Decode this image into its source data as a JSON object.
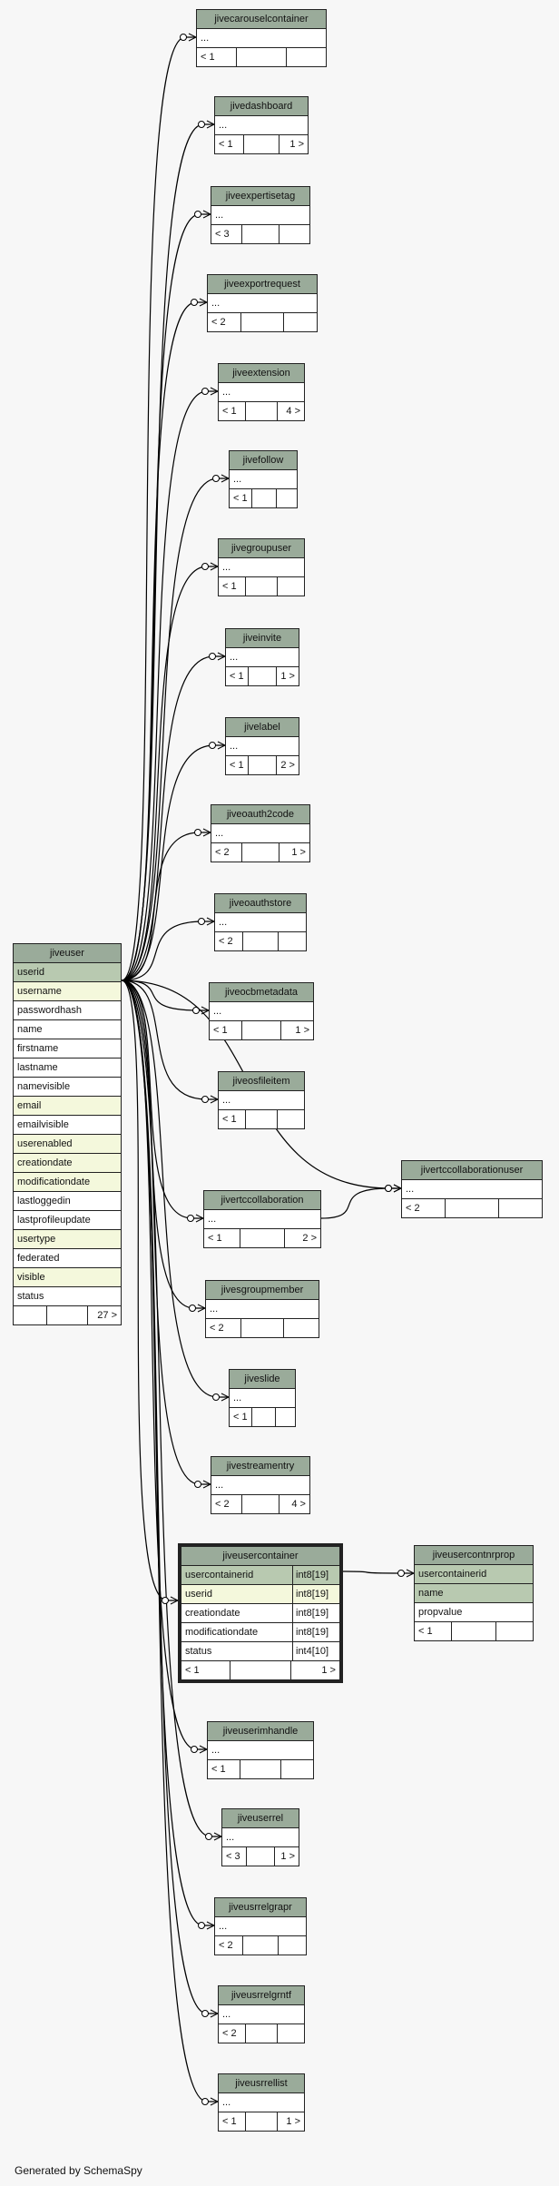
{
  "diagram": {
    "footer": "Generated by SchemaSpy",
    "focus_table": {
      "name": "jiveuser",
      "columns": [
        {
          "name": "userid",
          "style": "pk"
        },
        {
          "name": "username",
          "style": "idx"
        },
        {
          "name": "passwordhash",
          "style": ""
        },
        {
          "name": "name",
          "style": ""
        },
        {
          "name": "firstname",
          "style": ""
        },
        {
          "name": "lastname",
          "style": ""
        },
        {
          "name": "namevisible",
          "style": ""
        },
        {
          "name": "email",
          "style": "idx"
        },
        {
          "name": "emailvisible",
          "style": ""
        },
        {
          "name": "userenabled",
          "style": "idx"
        },
        {
          "name": "creationdate",
          "style": "idx"
        },
        {
          "name": "modificationdate",
          "style": "idx"
        },
        {
          "name": "lastloggedin",
          "style": ""
        },
        {
          "name": "lastprofileupdate",
          "style": ""
        },
        {
          "name": "usertype",
          "style": "idx"
        },
        {
          "name": "federated",
          "style": ""
        },
        {
          "name": "visible",
          "style": "idx"
        },
        {
          "name": "status",
          "style": ""
        }
      ],
      "footer": [
        "",
        "",
        "27 >"
      ]
    },
    "related_tables": [
      {
        "name": "jivecarouselcontainer",
        "row": "...",
        "footer": [
          "< 1",
          "",
          ""
        ]
      },
      {
        "name": "jivedashboard",
        "row": "...",
        "footer": [
          "< 1",
          "",
          "1 >"
        ]
      },
      {
        "name": "jiveexpertisetag",
        "row": "...",
        "footer": [
          "< 3",
          "",
          ""
        ]
      },
      {
        "name": "jiveexportrequest",
        "row": "...",
        "footer": [
          "< 2",
          "",
          ""
        ]
      },
      {
        "name": "jiveextension",
        "row": "...",
        "footer": [
          "< 1",
          "",
          "4 >"
        ]
      },
      {
        "name": "jivefollow",
        "row": "...",
        "footer": [
          "< 1",
          "",
          ""
        ]
      },
      {
        "name": "jivegroupuser",
        "row": "...",
        "footer": [
          "< 1",
          "",
          ""
        ]
      },
      {
        "name": "jiveinvite",
        "row": "...",
        "footer": [
          "< 1",
          "",
          "1 >"
        ]
      },
      {
        "name": "jivelabel",
        "row": "...",
        "footer": [
          "< 1",
          "",
          "2 >"
        ]
      },
      {
        "name": "jiveoauth2code",
        "row": "...",
        "footer": [
          "< 2",
          "",
          "1 >"
        ]
      },
      {
        "name": "jiveoauthstore",
        "row": "...",
        "footer": [
          "< 2",
          "",
          ""
        ]
      },
      {
        "name": "jiveocbmetadata",
        "row": "...",
        "footer": [
          "< 1",
          "",
          "1 >"
        ]
      },
      {
        "name": "jiveosfileitem",
        "row": "...",
        "footer": [
          "< 1",
          "",
          ""
        ]
      },
      {
        "name": "jivertccollaborationuser",
        "row": "...",
        "footer": [
          "< 2",
          "",
          ""
        ]
      },
      {
        "name": "jivertccollaboration",
        "row": "...",
        "footer": [
          "< 1",
          "",
          "2 >"
        ]
      },
      {
        "name": "jivesgroupmember",
        "row": "...",
        "footer": [
          "< 2",
          "",
          ""
        ]
      },
      {
        "name": "jiveslide",
        "row": "...",
        "footer": [
          "< 1",
          "",
          ""
        ]
      },
      {
        "name": "jivestreamentry",
        "row": "...",
        "footer": [
          "< 2",
          "",
          "4 >"
        ]
      },
      {
        "name": "jiveuserimhandle",
        "row": "...",
        "footer": [
          "< 1",
          "",
          ""
        ]
      },
      {
        "name": "jiveuserrel",
        "row": "...",
        "footer": [
          "< 3",
          "",
          "1 >"
        ]
      },
      {
        "name": "jiveusrrelgrapr",
        "row": "...",
        "footer": [
          "< 2",
          "",
          ""
        ]
      },
      {
        "name": "jiveusrrelgrntf",
        "row": "...",
        "footer": [
          "< 2",
          "",
          ""
        ]
      },
      {
        "name": "jiveusrrellist",
        "row": "...",
        "footer": [
          "< 1",
          "",
          "1 >"
        ]
      }
    ],
    "usercontainer": {
      "name": "jiveusercontainer",
      "columns": [
        {
          "name": "usercontainerid",
          "type": "int8[19]",
          "style": "pk"
        },
        {
          "name": "userid",
          "type": "int8[19]",
          "style": "idx"
        },
        {
          "name": "creationdate",
          "type": "int8[19]",
          "style": ""
        },
        {
          "name": "modificationdate",
          "type": "int8[19]",
          "style": ""
        },
        {
          "name": "status",
          "type": "int4[10]",
          "style": ""
        }
      ],
      "footer": [
        "< 1",
        "",
        "1 >"
      ]
    },
    "contnrprop": {
      "name": "jiveusercontnrprop",
      "columns": [
        {
          "name": "usercontainerid",
          "style": "pk"
        },
        {
          "name": "name",
          "style": "pk"
        },
        {
          "name": "propvalue",
          "style": ""
        }
      ],
      "footer": [
        "< 1",
        "",
        ""
      ]
    },
    "colors": {
      "background": "#f7f7f7",
      "header": "#9aab9a",
      "primary_key": "#b8c9b0",
      "indexed": "#f4f8dc",
      "line": "#000000"
    }
  }
}
